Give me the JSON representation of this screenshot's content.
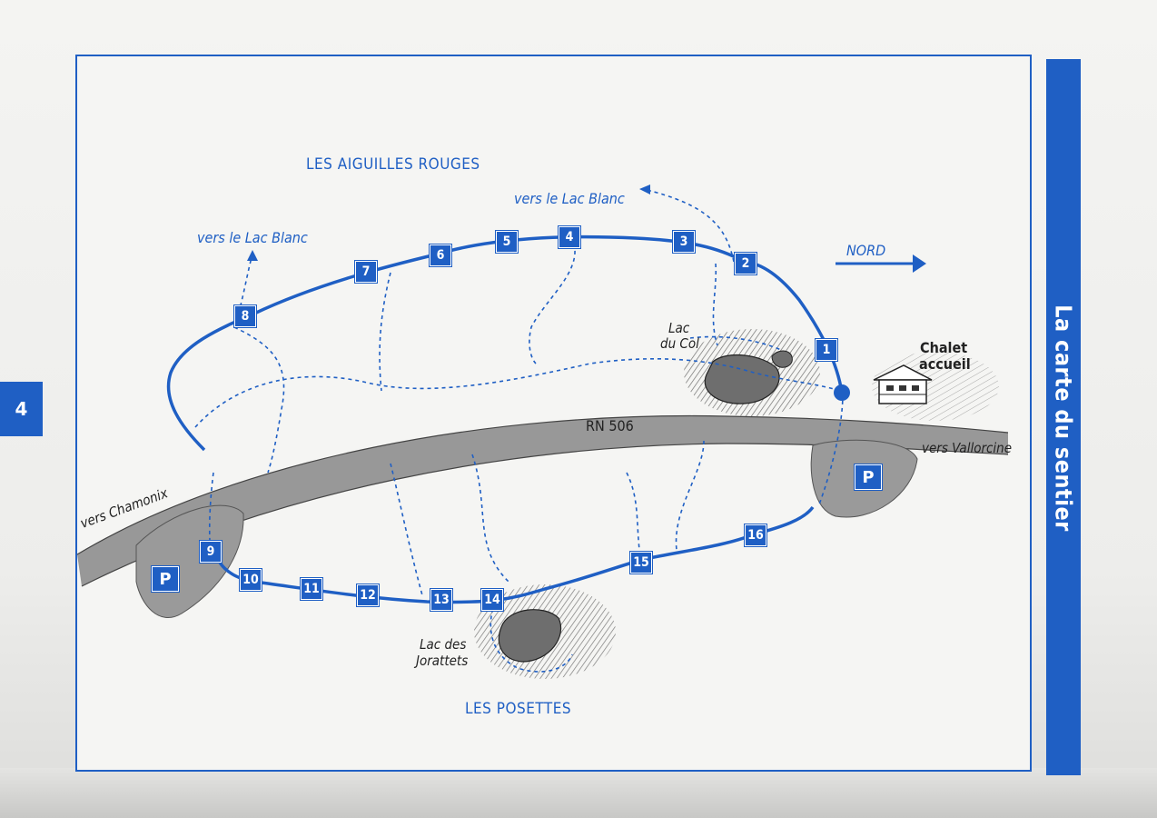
{
  "page": {
    "page_number": "4",
    "side_title": "La carte du sentier"
  },
  "colors": {
    "accent": "#1f5fc4",
    "road": "#8f8f8f",
    "lake": "#6e6e6e"
  },
  "map": {
    "region_north": "LES AIGUILLES ROUGES",
    "region_south": "LES POSETTES",
    "north_arrow_label": "NORD",
    "road_label": "RN 506",
    "to_lac_blanc_1": "vers le Lac Blanc",
    "to_lac_blanc_2": "vers le Lac Blanc",
    "to_vallorcine": "vers Vallorcine",
    "to_chamonix": "vers Chamonix",
    "lake_col_line1": "Lac",
    "lake_col_line2": "du Col",
    "lake_jorattets_line1": "Lac des",
    "lake_jorattets_line2": "Jorattets",
    "chalet_line1": "Chalet",
    "chalet_line2": "accueil",
    "parking_symbol": "P",
    "stops": [
      "1",
      "2",
      "3",
      "4",
      "5",
      "6",
      "7",
      "8",
      "9",
      "10",
      "11",
      "12",
      "13",
      "14",
      "15",
      "16"
    ]
  }
}
